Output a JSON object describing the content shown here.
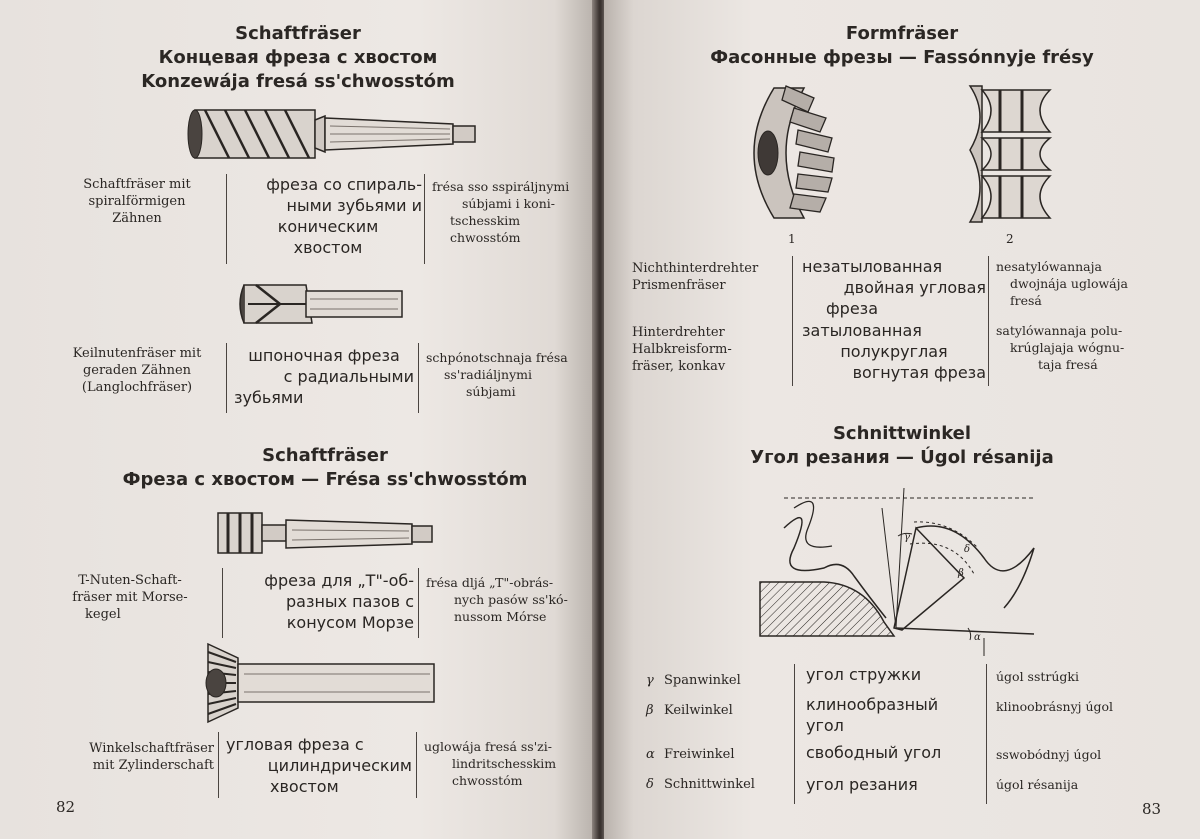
{
  "left_page": {
    "page_number": "82",
    "section1": {
      "title_de": "Schaftfräser",
      "title_ru": "Концевая фреза с хвостом",
      "title_tr": "Konzewája fresá ss'chwosstóm"
    },
    "entries1": [
      {
        "de": [
          "Schaftfräser mit",
          "spiralförmigen",
          "Zähnen"
        ],
        "ru": [
          "фреза со спираль-",
          "ными зубьями и",
          "коническим",
          "хвостом"
        ],
        "tr": [
          "frésa sso sspiráljnymi",
          "súbjami i koni-",
          "tschesskim",
          "chwosstóm"
        ]
      },
      {
        "de": [
          "Keilnutenfräser mit",
          "geraden Zähnen",
          "(Langlochfräser)"
        ],
        "ru": [
          "шпоночная фреза",
          "с радиальными",
          "зубьями"
        ],
        "tr": [
          "schpónotschnaja frésa",
          "ss'radiáljnymi",
          "súbjami"
        ]
      }
    ],
    "section2": {
      "title_de": "Schaftfräser",
      "title_ru": "Фреза с хвостом — Frésa ss'chwosstóm"
    },
    "entries2": [
      {
        "de": [
          "T-Nuten-Schaft-",
          "fräser mit Morse-",
          "kegel"
        ],
        "ru": [
          "фреза для „Т\"-об-",
          "разных пазов с",
          "конусом Морзе"
        ],
        "tr": [
          "frésa dljá „T\"-obrás-",
          "nych pasów ss'kó-",
          "nussom Mórse"
        ]
      },
      {
        "de": [
          "Winkelschaftfräser",
          "mit Zylinderschaft"
        ],
        "ru": [
          "угловая фреза с",
          "цилиндрическим",
          "хвостом"
        ],
        "tr": [
          "uglowája fresá ss'zi-",
          "lindritschesskim",
          "chwosstóm"
        ]
      }
    ]
  },
  "right_page": {
    "page_number": "83",
    "section1": {
      "title_de": "Formfräser",
      "title_ru": "Фасонные фрезы — Fassónnyje frésy"
    },
    "figure_labels": [
      "1",
      "2"
    ],
    "entries1": [
      {
        "num": "1",
        "de": [
          "Nichthinterdrehter",
          "Prismenfräser"
        ],
        "ru": [
          "незатылованная",
          "двойная угловая",
          "фреза"
        ],
        "tr": [
          "nesatylówannaja",
          "dwojnája uglowája",
          "fresá"
        ]
      },
      {
        "num": "2",
        "de": [
          "Hinterdrehter",
          "Halbkreisform-",
          "fräser, konkav"
        ],
        "ru": [
          "затылованная",
          "полукруглая",
          "вогнутая фреза"
        ],
        "tr": [
          "satylówannaja polu-",
          "krúglajaja wógnu-",
          "taja fresá"
        ]
      }
    ],
    "section2": {
      "title_de": "Schnittwinkel",
      "title_ru": "Угол резания — Úgol résanija"
    },
    "diagram_labels": {
      "gamma": "γ",
      "beta": "β",
      "alpha": "α",
      "delta": "δ"
    },
    "entries2": [
      {
        "sym": "γ",
        "de": "Spanwinkel",
        "ru": [
          "угол стружки"
        ],
        "tr": "úgol sstrúgki"
      },
      {
        "sym": "β",
        "de": "Keilwinkel",
        "ru": [
          "клинообразный",
          "угол"
        ],
        "tr": "klinoobrásnyj úgol"
      },
      {
        "sym": "α",
        "de": "Freiwinkel",
        "ru": [
          "свободный угол"
        ],
        "tr": "sswobódnyj úgol"
      },
      {
        "sym": "δ",
        "de": "Schnittwinkel",
        "ru": [
          "угол резания"
        ],
        "tr": "úgol résanija"
      }
    ]
  }
}
